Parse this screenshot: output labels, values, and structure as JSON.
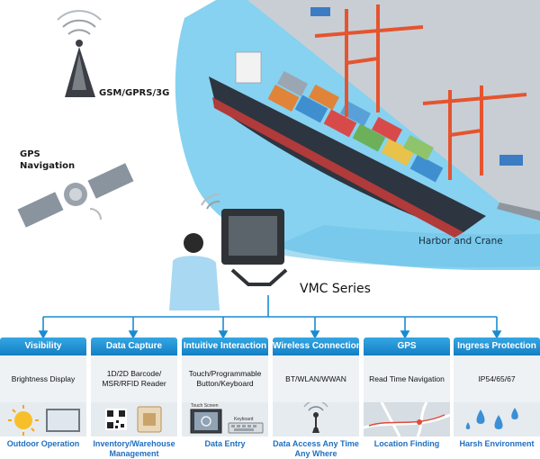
{
  "labels": {
    "tower": "GSM/GPRS/3G",
    "gps_line1": "GPS",
    "gps_line2": "Navigation",
    "harbor": "Harbor and Crane",
    "product": "VMC Series"
  },
  "features": [
    {
      "title": "Visibility",
      "detail_lines": [
        "Brightness Display"
      ],
      "caption_lines": [
        "Outdoor Operation"
      ]
    },
    {
      "title": "Data Capture",
      "detail_lines": [
        "1D/2D Barcode/",
        "MSR/RFID Reader"
      ],
      "caption_lines": [
        "Inventory/Warehouse",
        "Management"
      ]
    },
    {
      "title": "Intuitive Interaction",
      "detail_lines": [
        "Touch/Programmable",
        "Button/Keyboard"
      ],
      "caption_lines": [
        "Data Entry"
      ],
      "picture_labels": {
        "touch": "Touch Screen",
        "keyboard": "Keyboard"
      }
    },
    {
      "title": "Wireless Connection",
      "detail_lines": [
        "BT/WLAN/WWAN"
      ],
      "caption_lines": [
        "Data Access Any Time",
        "Any Where"
      ]
    },
    {
      "title": "GPS",
      "detail_lines": [
        "Read Time Navigation"
      ],
      "caption_lines": [
        "Location Finding"
      ]
    },
    {
      "title": "Ingress Protection",
      "detail_lines": [
        "IP54/65/67"
      ],
      "caption_lines": [
        "Harsh Environment"
      ]
    }
  ],
  "colors": {
    "header": "#1a8bd1",
    "connector": "#1a8bd1",
    "caption": "#1f6fc0",
    "sea": "#7fcfee"
  }
}
